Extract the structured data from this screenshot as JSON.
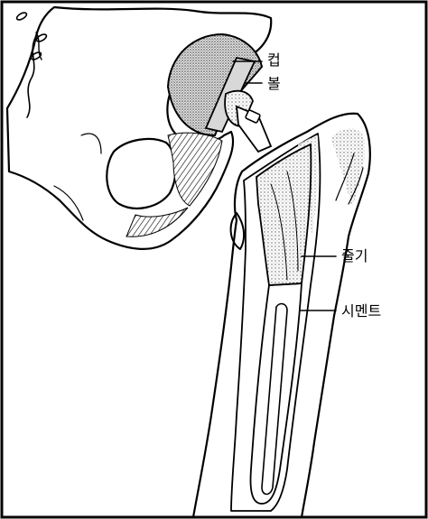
{
  "labels": {
    "cup": "컵",
    "ball": "볼",
    "stem": "줄기",
    "cement": "시멘트"
  },
  "colors": {
    "ink": "#000000",
    "paper": "#ffffff",
    "stipple": "#8a8a8a"
  }
}
